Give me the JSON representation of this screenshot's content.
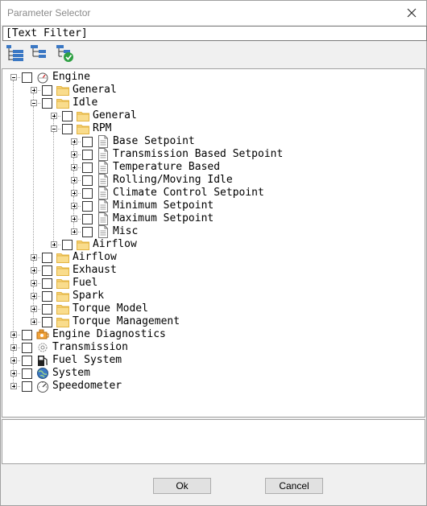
{
  "window": {
    "title": "Parameter Selector"
  },
  "filter": {
    "value": "[Text Filter]"
  },
  "toolbar": {
    "buttons": [
      "expand-all-icon",
      "collapse-all-icon",
      "checked-items-icon"
    ]
  },
  "tree": {
    "nodes": [
      {
        "label": "Engine",
        "depth": 0,
        "expander": "minus",
        "icon": "engine-icon"
      },
      {
        "label": "General",
        "depth": 1,
        "expander": "plus",
        "icon": "folder-icon"
      },
      {
        "label": "Idle",
        "depth": 1,
        "expander": "minus",
        "icon": "folder-icon"
      },
      {
        "label": "General",
        "depth": 2,
        "expander": "plus",
        "icon": "folder-icon"
      },
      {
        "label": "RPM",
        "depth": 2,
        "expander": "minus",
        "icon": "folder-icon"
      },
      {
        "label": "Base Setpoint",
        "depth": 3,
        "expander": "plus",
        "icon": "document-icon"
      },
      {
        "label": "Transmission Based Setpoint",
        "depth": 3,
        "expander": "plus",
        "icon": "document-icon"
      },
      {
        "label": "Temperature Based",
        "depth": 3,
        "expander": "plus",
        "icon": "document-icon"
      },
      {
        "label": "Rolling/Moving Idle",
        "depth": 3,
        "expander": "plus",
        "icon": "document-icon"
      },
      {
        "label": "Climate Control Setpoint",
        "depth": 3,
        "expander": "plus",
        "icon": "document-icon"
      },
      {
        "label": "Minimum Setpoint",
        "depth": 3,
        "expander": "plus",
        "icon": "document-icon"
      },
      {
        "label": "Maximum Setpoint",
        "depth": 3,
        "expander": "plus",
        "icon": "document-icon"
      },
      {
        "label": "Misc",
        "depth": 3,
        "expander": "plus",
        "icon": "document-icon"
      },
      {
        "label": "Airflow",
        "depth": 2,
        "expander": "plus",
        "icon": "folder-icon"
      },
      {
        "label": "Airflow",
        "depth": 1,
        "expander": "plus",
        "icon": "folder-icon"
      },
      {
        "label": "Exhaust",
        "depth": 1,
        "expander": "plus",
        "icon": "folder-icon"
      },
      {
        "label": "Fuel",
        "depth": 1,
        "expander": "plus",
        "icon": "folder-icon"
      },
      {
        "label": "Spark",
        "depth": 1,
        "expander": "plus",
        "icon": "folder-icon"
      },
      {
        "label": "Torque Model",
        "depth": 1,
        "expander": "plus",
        "icon": "folder-icon"
      },
      {
        "label": "Torque Management",
        "depth": 1,
        "expander": "plus",
        "icon": "folder-icon"
      },
      {
        "label": "Engine Diagnostics",
        "depth": 0,
        "expander": "plus",
        "icon": "engine-diagnostics-icon"
      },
      {
        "label": "Transmission",
        "depth": 0,
        "expander": "plus",
        "icon": "gear-icon"
      },
      {
        "label": "Fuel System",
        "depth": 0,
        "expander": "plus",
        "icon": "fuel-pump-icon"
      },
      {
        "label": "System",
        "depth": 0,
        "expander": "plus",
        "icon": "globe-icon"
      },
      {
        "label": "Speedometer",
        "depth": 0,
        "expander": "plus",
        "icon": "speedometer-icon"
      }
    ]
  },
  "buttons": {
    "ok": "Ok",
    "cancel": "Cancel"
  },
  "colors": {
    "folder": "#f7d27a",
    "folder_dark": "#e3b441",
    "accent_blue": "#3b78c4",
    "check_green": "#2ea043"
  }
}
